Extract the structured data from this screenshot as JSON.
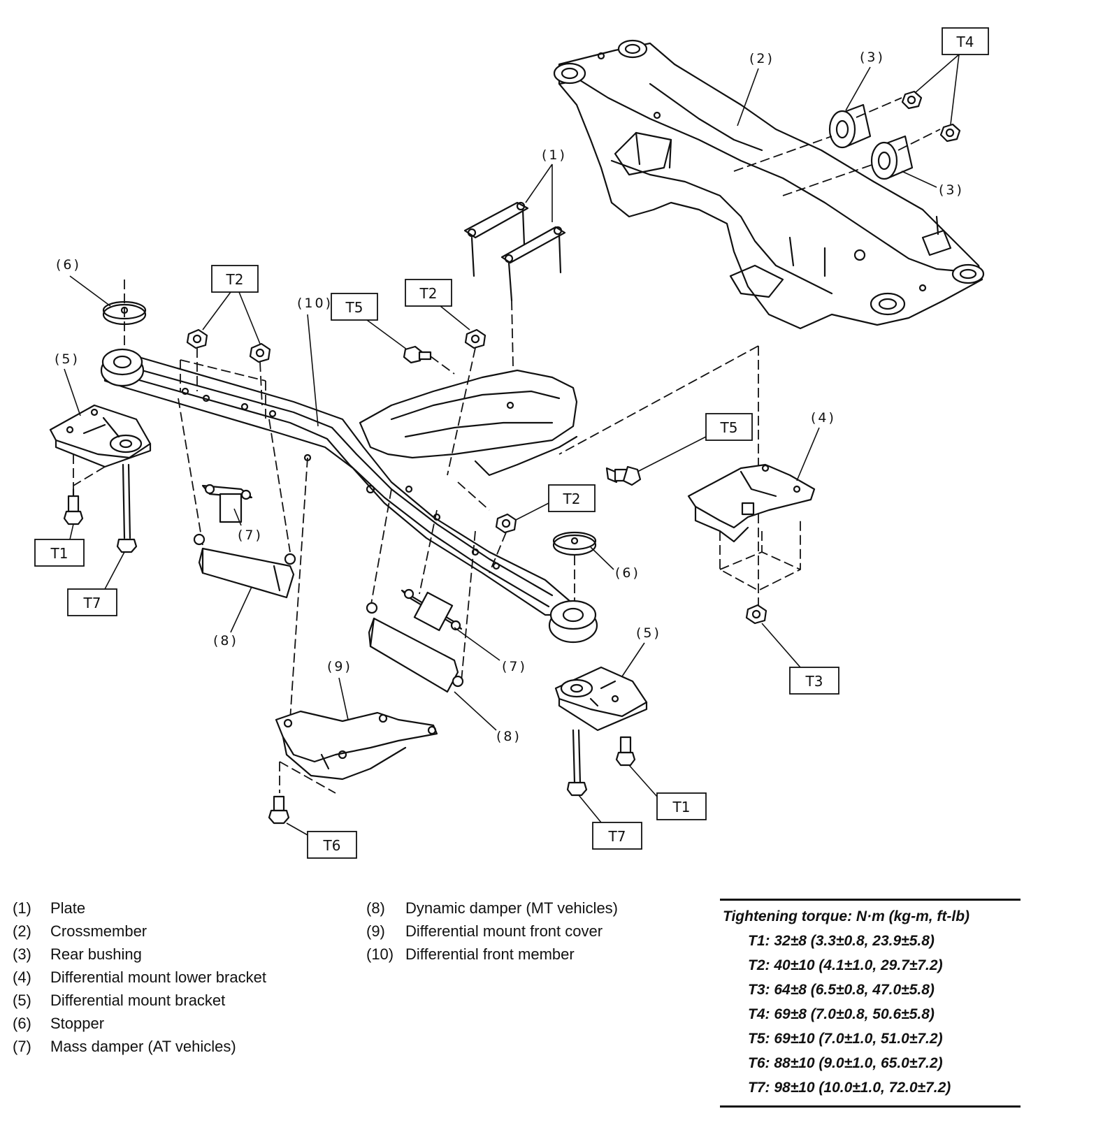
{
  "diagram": {
    "callouts": {
      "c1": "(1)",
      "c2": "(2)",
      "c3a": "(3)",
      "c3b": "(3)",
      "c4": "(4)",
      "c5a": "(5)",
      "c5b": "(5)",
      "c6a": "(6)",
      "c6b": "(6)",
      "c7a": "(7)",
      "c7b": "(7)",
      "c8a": "(8)",
      "c8b": "(8)",
      "c9": "(9)",
      "c10": "(10)"
    },
    "torque_tags": {
      "t1a": "T1",
      "t1b": "T1",
      "t2a": "T2",
      "t2b": "T2",
      "t2c": "T2",
      "t3": "T3",
      "t4": "T4",
      "t5a": "T5",
      "t5b": "T5",
      "t6": "T6",
      "t7a": "T7",
      "t7b": "T7"
    }
  },
  "legend": {
    "col1": [
      {
        "num": "(1)",
        "label": "Plate"
      },
      {
        "num": "(2)",
        "label": "Crossmember"
      },
      {
        "num": "(3)",
        "label": "Rear bushing"
      },
      {
        "num": "(4)",
        "label": "Differential mount lower bracket"
      },
      {
        "num": "(5)",
        "label": "Differential mount bracket"
      },
      {
        "num": "(6)",
        "label": "Stopper"
      },
      {
        "num": "(7)",
        "label": "Mass damper (AT vehicles)"
      }
    ],
    "col2": [
      {
        "num": "(8)",
        "label": "Dynamic damper (MT vehicles)"
      },
      {
        "num": "(9)",
        "label": "Differential mount front cover"
      },
      {
        "num": "(10)",
        "label": "Differential front member"
      }
    ]
  },
  "torque": {
    "title": "Tightening torque: N·m (kg-m, ft-lb)",
    "rows": [
      "T1: 32±8 (3.3±0.8, 23.9±5.8)",
      "T2: 40±10 (4.1±1.0, 29.7±7.2)",
      "T3: 64±8 (6.5±0.8, 47.0±5.8)",
      "T4: 69±8 (7.0±0.8, 50.6±5.8)",
      "T5: 69±10 (7.0±1.0, 51.0±7.2)",
      "T6: 88±10 (9.0±1.0, 65.0±7.2)",
      "T7: 98±10 (10.0±1.0, 72.0±7.2)"
    ]
  }
}
